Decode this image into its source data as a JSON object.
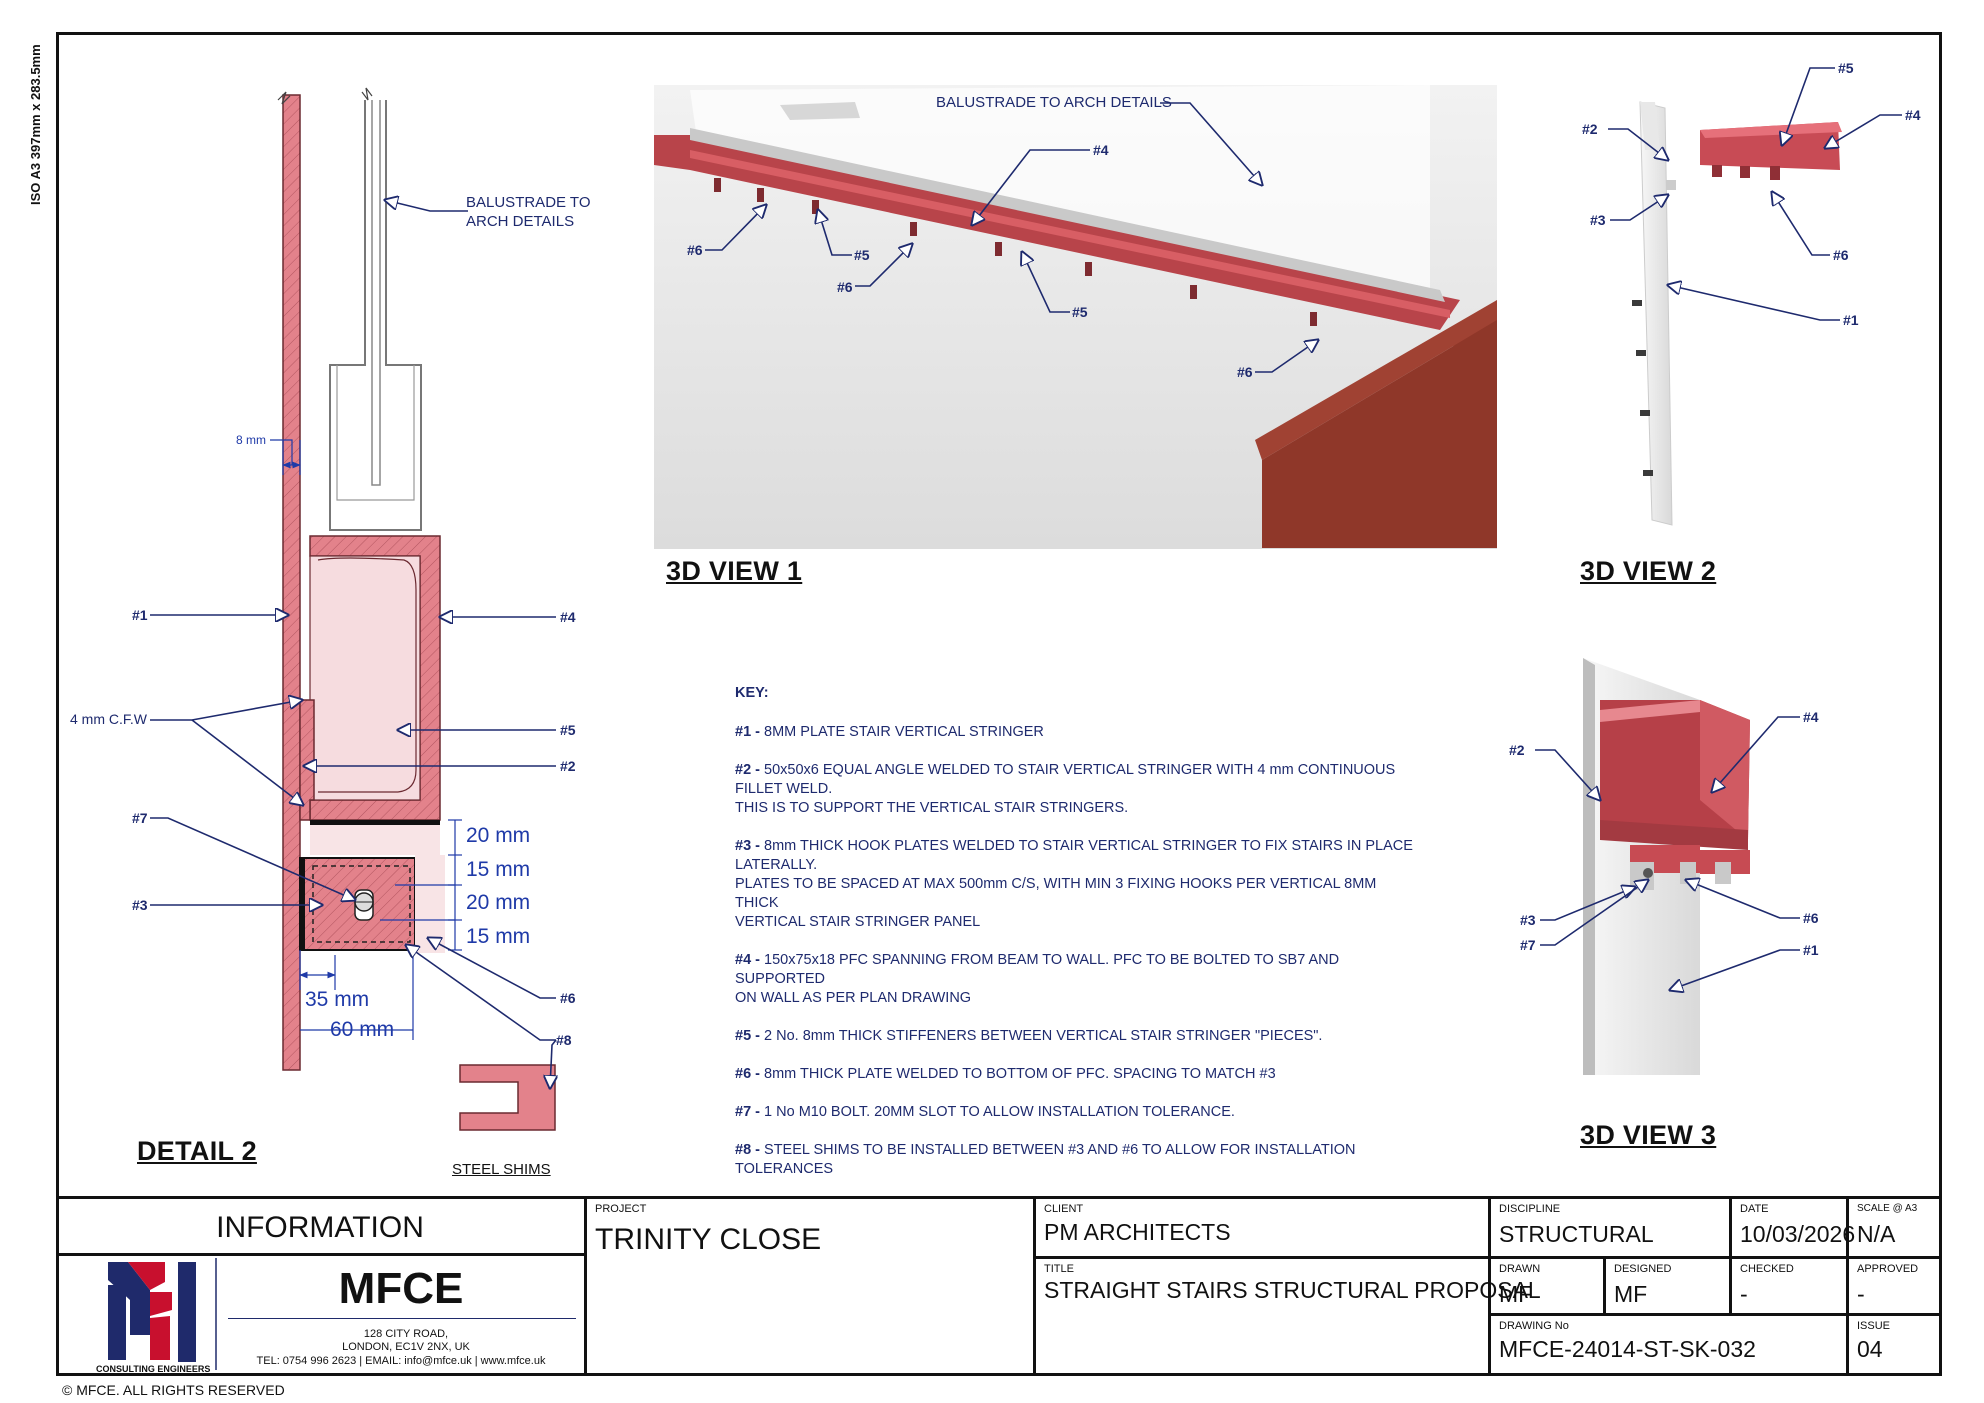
{
  "sheet_size": "ISO A3 397mm x 283.5mm",
  "views": {
    "detail2": "DETAIL 2",
    "view1": "3D VIEW 1",
    "view2": "3D VIEW 2",
    "view3": "3D VIEW 3"
  },
  "detail": {
    "balustrade_note": "BALUSTRADE TO\nARCH DETAILS",
    "wall_gap": "8 mm",
    "weld_note": "4 mm C.F.W",
    "shims_label": "STEEL SHIMS",
    "dims": [
      "20 mm",
      "15 mm",
      "20 mm",
      "15 mm",
      "35 mm",
      "60 mm"
    ],
    "callouts": [
      "#1",
      "#4",
      "#5",
      "#2",
      "#7",
      "#3",
      "#6",
      "#8"
    ]
  },
  "view1": {
    "balustrade_note": "BALUSTRADE TO ARCH DETAILS",
    "callouts": [
      "#4",
      "#6",
      "#5",
      "#6",
      "#5",
      "#6"
    ]
  },
  "view2": {
    "callouts": [
      "#2",
      "#5",
      "#4",
      "#3",
      "#6",
      "#1"
    ]
  },
  "view3": {
    "callouts": [
      "#2",
      "#4",
      "#3",
      "#7",
      "#6",
      "#1"
    ]
  },
  "key": {
    "heading": "KEY:",
    "items": [
      {
        "id": "#1 -",
        "text": "8MM PLATE STAIR VERTICAL STRINGER"
      },
      {
        "id": "#2 -",
        "text": "50x50x6 EQUAL ANGLE WELDED TO STAIR VERTICAL STRINGER WITH 4 mm CONTINUOUS\nFILLET WELD.\nTHIS IS TO SUPPORT THE VERTICAL STAIR STRINGERS."
      },
      {
        "id": "#3 -",
        "text": "8mm THICK HOOK PLATES WELDED TO STAIR VERTICAL STRINGER TO FIX STAIRS IN PLACE\nLATERALLY.\nPLATES TO BE SPACED AT MAX 500mm C/S, WITH MIN 3 FIXING HOOKS PER VERTICAL 8MM THICK\nVERTICAL STAIR STRINGER PANEL"
      },
      {
        "id": "#4 -",
        "text": "150x75x18 PFC SPANNING FROM BEAM TO WALL. PFC TO BE BOLTED TO SB7 AND SUPPORTED\nON WALL AS PER PLAN DRAWING"
      },
      {
        "id": "#5 -",
        "text": "2 No. 8mm THICK STIFFENERS BETWEEN VERTICAL STAIR STRINGER \"PIECES\"."
      },
      {
        "id": "#6 -",
        "text": "8mm THICK PLATE WELDED TO BOTTOM OF PFC. SPACING TO MATCH #3"
      },
      {
        "id": "#7 -",
        "text": "1 No M10 BOLT. 20MM SLOT TO ALLOW INSTALLATION TOLERANCE."
      },
      {
        "id": "#8 -",
        "text": "STEEL SHIMS TO BE INSTALLED BETWEEN #3 AND #6 TO ALLOW FOR INSTALLATION\nTOLERANCES"
      }
    ]
  },
  "title_block": {
    "information": "INFORMATION",
    "company": "MFCE",
    "company_sub": "CONSULTING ENGINEERS",
    "address1": "128 CITY ROAD,",
    "address2": "LONDON, EC1V 2NX, UK",
    "contact": "TEL: 0754 996 2623 | EMAIL: info@mfce.uk | www.mfce.uk",
    "project_label": "PROJECT",
    "project": "TRINITY CLOSE",
    "client_label": "CLIENT",
    "client": "PM ARCHITECTS",
    "title_label": "TITLE",
    "title": "STRAIGHT STAIRS STRUCTURAL PROPOSAL",
    "discipline_label": "DISCIPLINE",
    "discipline": "STRUCTURAL",
    "date_label": "DATE",
    "date": "10/03/2026",
    "scale_label": "SCALE @ A3",
    "scale": "N/A",
    "drawn_label": "DRAWN",
    "drawn": "MF",
    "designed_label": "DESIGNED",
    "designed": "MF",
    "checked_label": "CHECKED",
    "checked": "-",
    "approved_label": "APPROVED",
    "approved": "-",
    "drawing_no_label": "DRAWING No",
    "drawing_no": "MFCE-24014-ST-SK-032",
    "issue_label": "ISSUE",
    "issue": "04"
  },
  "copyright": "© MFCE. ALL RIGHTS RESERVED",
  "colors": {
    "steel": "#e3828b",
    "steel_light": "#f6dcdf",
    "ink": "#1e2a6e",
    "dim": "#1f3aa8",
    "rust": "#9b3a2e"
  }
}
